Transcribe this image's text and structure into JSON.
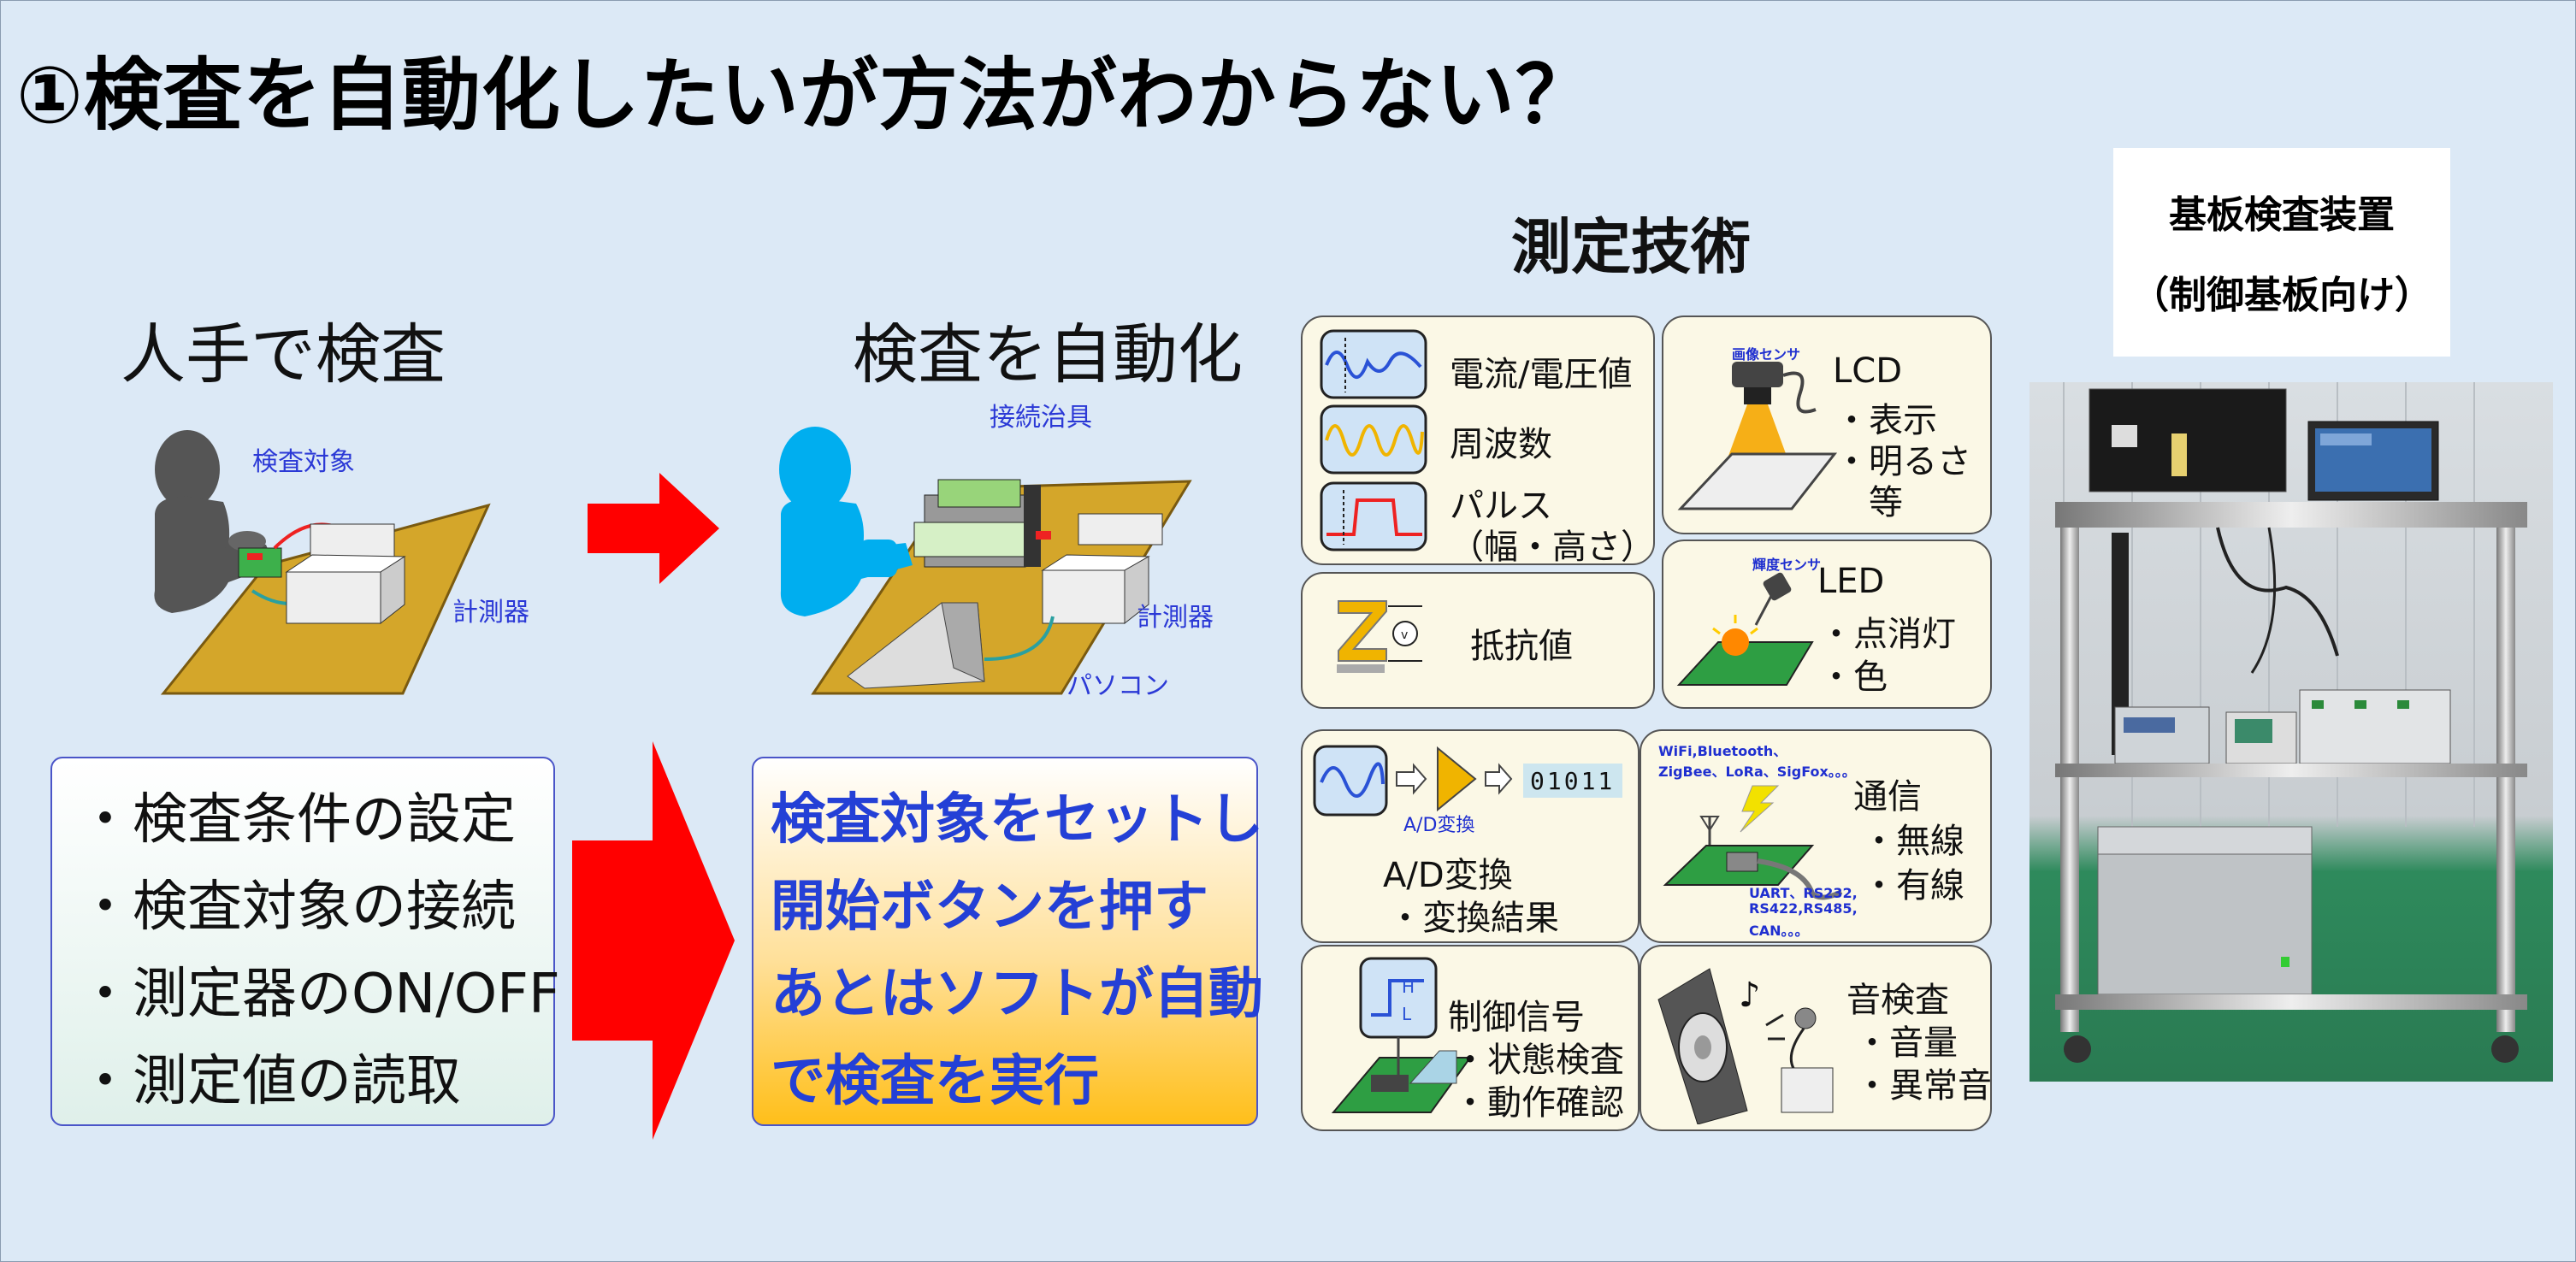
{
  "title": "①検査を自動化したいが方法がわからない？",
  "manual": {
    "heading": "人手で検査",
    "target_label": "検査対象",
    "meter_label": "計測器"
  },
  "auto": {
    "heading": "検査を自動化",
    "jig_label": "接続治具",
    "meter_label": "計測器",
    "pc_label": "パソコン"
  },
  "manual_steps": [
    "・検査条件の設定",
    "・検査対象の接続",
    "・測定器のON/OFF",
    "・測定値の読取"
  ],
  "auto_steps": [
    "検査対象をセットし",
    "開始ボタンを押す",
    "あとはソフトが自動",
    "で検査を実行"
  ],
  "measurement": {
    "heading": "測定技術",
    "current_voltage": "電流/電圧値",
    "frequency": "周波数",
    "pulse": "パルス",
    "pulse_detail": "（幅・高さ）",
    "resistance": "抵抗値",
    "lcd_sensor": "画像センサ",
    "lcd": "LCD",
    "lcd_items": [
      "・表示",
      "・明るさ",
      "等"
    ],
    "led_sensor": "輝度センサ",
    "led": "LED",
    "led_items": [
      "・点消灯",
      "・色"
    ],
    "ad_small": "A/D変換",
    "ad_bits": "01011",
    "ad": "A/D変換",
    "ad_result": "・変換結果",
    "comm_top1": "WiFi,Bluetooth、",
    "comm_top2": "ZigBee、LoRa、SigFox。。。",
    "comm_bot1": "UART、RS232,",
    "comm_bot2": "RS422,RS485,",
    "comm_bot3": "CAN。。。",
    "comm": "通信",
    "comm_items": [
      "・無線",
      "・有線"
    ],
    "ctrl": "制御信号",
    "ctrl_items": [
      "・状態検査",
      "・動作確認"
    ],
    "sound": "音検査",
    "sound_items": [
      "・音量",
      "・異常音"
    ]
  },
  "device": {
    "line1": "基板検査装置",
    "line2": "（制御基板向け）"
  },
  "colors": {
    "arrow": "#ff0000",
    "person_manual": "#555555",
    "person_auto": "#00aeef",
    "board": "#d4a62a",
    "accent_text": "#2440d6"
  }
}
